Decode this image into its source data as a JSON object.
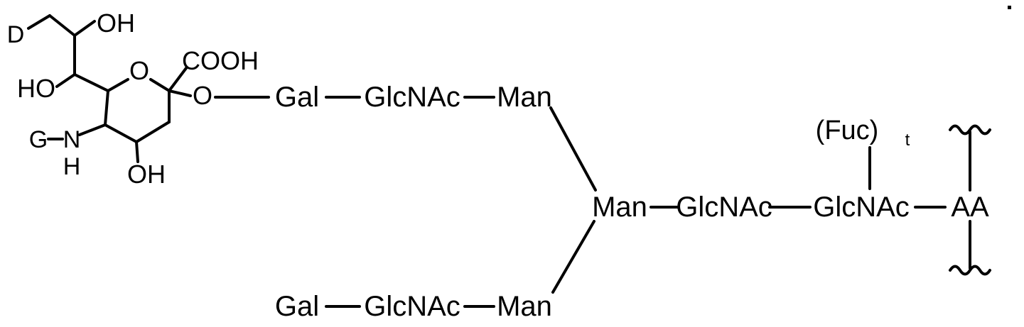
{
  "figure": {
    "kind": "chemical-structure-diagram",
    "subject": "Sialic acid (Neu5Ac) capped biantennary N-linked glycan attached to an amino acid residue",
    "stroke_color": "#000000",
    "background_color": "#ffffff",
    "line_width": 3
  },
  "sialic_acid": {
    "name": "sialic-acid-pyranose-ring",
    "ring_oxygen": "O",
    "carboxyl_group": "COOH",
    "glycosidic_oxygen": "O",
    "ring_hydroxyl": "OH",
    "glycerol_hydroxyl_upper": "OH",
    "glycerol_hydroxyl_lower": "HO",
    "terminal_substituent": "D",
    "amide_substituent": "G",
    "amide_nitrogen": "N",
    "amide_hydrogen": "H"
  },
  "glycan": {
    "upper_antenna": [
      {
        "label": "Gal"
      },
      {
        "label": "GlcNAc"
      },
      {
        "label": "Man"
      }
    ],
    "core_chain": [
      {
        "label": "Man"
      },
      {
        "label": "GlcNAc"
      },
      {
        "label": "GlcNAc"
      },
      {
        "label": "AA"
      }
    ],
    "lower_antenna": [
      {
        "label": "Gal"
      },
      {
        "label": "GlcNAc"
      },
      {
        "label": "Man"
      }
    ],
    "fucose": {
      "label": "(Fuc)",
      "subscript": "t",
      "full_label": "(Fuc)t"
    }
  },
  "termini": {
    "upper_wavy_bond": "peptide-backbone-continuation",
    "lower_wavy_bond": "peptide-backbone-continuation"
  }
}
